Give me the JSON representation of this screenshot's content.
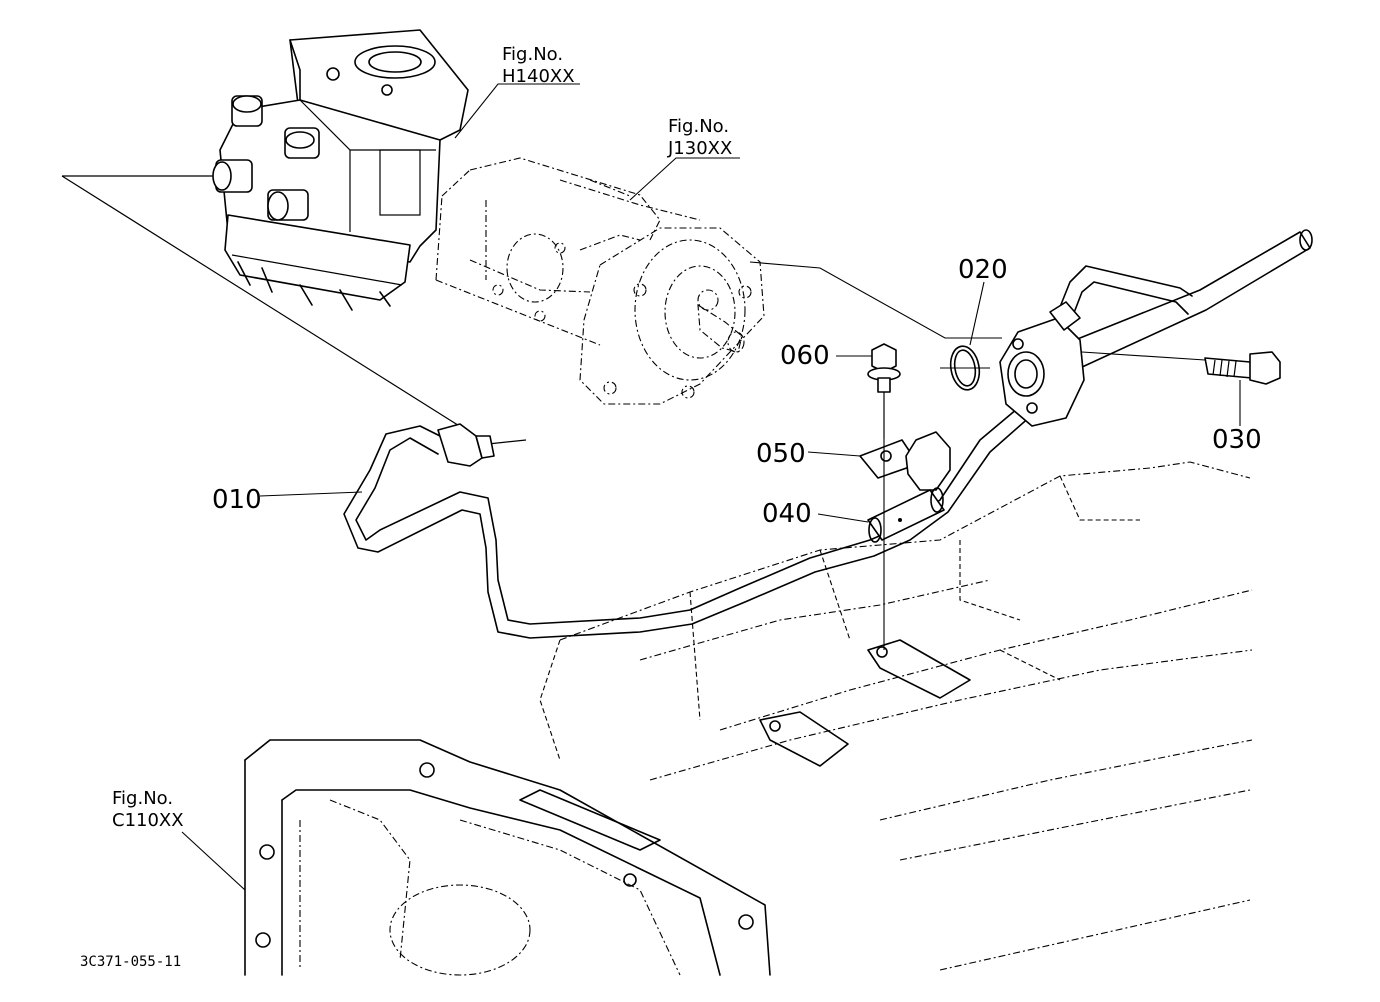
{
  "drawing_number": "3C371-055-11",
  "figure_references": [
    {
      "id": "steering-unit",
      "line1": "Fig.No.",
      "line2": "H140XX"
    },
    {
      "id": "hydraulic-pump",
      "line1": "Fig.No.",
      "line2": "J130XX"
    },
    {
      "id": "transmission-case",
      "line1": "Fig.No.",
      "line2": "C110XX"
    }
  ],
  "callouts": [
    {
      "id": "pipe",
      "label": "010"
    },
    {
      "id": "o-ring",
      "label": "020"
    },
    {
      "id": "bolt",
      "label": "030"
    },
    {
      "id": "cushion",
      "label": "040"
    },
    {
      "id": "clamp",
      "label": "050"
    },
    {
      "id": "clamp-bolt",
      "label": "060"
    }
  ]
}
